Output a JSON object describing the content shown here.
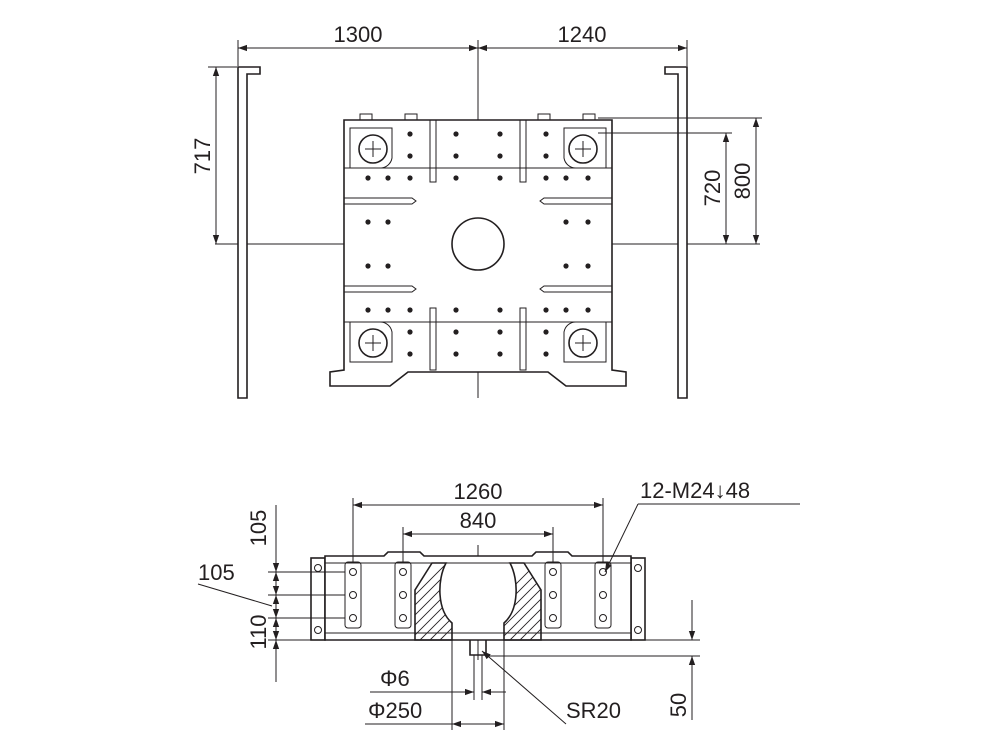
{
  "dimensions": {
    "top_left_width": "1300",
    "top_right_width": "1240",
    "left_height": "717",
    "right_height_inner": "720",
    "right_height_outer": "800",
    "bottom_outer_width": "1260",
    "bottom_inner_width": "840",
    "bolt_spec": "12-M24↓48",
    "left_top": "105",
    "left_mid": "105",
    "left_bottom": "110",
    "small_diameter": "Φ6",
    "bore_diameter": "Φ250",
    "sphere_radius": "SR20",
    "right_depth": "50"
  },
  "colors": {
    "line": "#231f20",
    "background": "#ffffff"
  }
}
